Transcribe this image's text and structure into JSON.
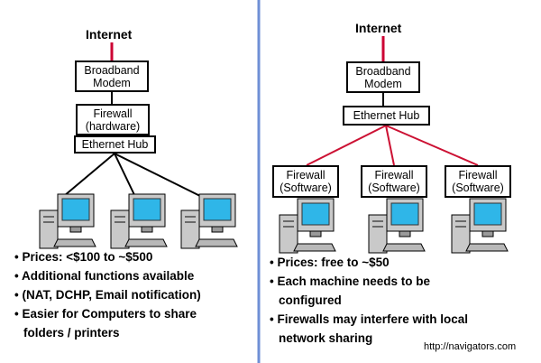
{
  "left": {
    "internet": "Internet",
    "modem": [
      "Broadband",
      "Modem"
    ],
    "firewall": [
      "Firewall",
      "(hardware)"
    ],
    "hub": "Ethernet Hub",
    "computers": [
      "computer-1",
      "computer-2",
      "computer-3"
    ],
    "bullets": [
      "• Prices:  <$100 to ~$500",
      "• Additional functions available",
      "• (NAT, DCHP, Email notification)",
      "• Easier for Computers to  share",
      "folders / printers"
    ]
  },
  "right": {
    "internet": "Internet",
    "modem": [
      "Broadband",
      "Modem"
    ],
    "hub": "Ethernet Hub",
    "firewalls": [
      [
        "Firewall",
        "(Software)"
      ],
      [
        "Firewall",
        "(Software)"
      ],
      [
        "Firewall",
        "(Software)"
      ]
    ],
    "bullets": [
      "• Prices: free to ~$50",
      "• Each machine needs to be",
      "configured",
      "• Firewalls may interfere with local",
      "network sharing"
    ]
  },
  "credit": "http://navigators.com",
  "colors": {
    "divider": "#6f8fd6",
    "internet_link": "#cc0033",
    "black_link": "#000000",
    "red_link": "#cc1133",
    "monitor_screen": "#2fb6e8",
    "computer_body": "#c9c9c9"
  }
}
